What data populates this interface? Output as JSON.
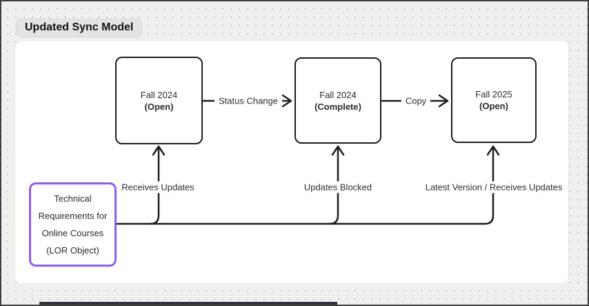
{
  "title": "Updated Sync Model",
  "nodes": [
    {
      "line1": "Fall 2024",
      "line2": "(Open)"
    },
    {
      "line1": "Fall 2024",
      "line2": "(Complete)"
    },
    {
      "line1": "Fall 2025",
      "line2": "(Open)"
    },
    {
      "text": "Technical\nRequirements for\nOnline Courses\n(LOR Object)"
    }
  ],
  "connector_labels": {
    "status_change": "Status Change",
    "copy": "Copy",
    "receives_updates": "Receives Updates",
    "updates_blocked": "Updates Blocked",
    "latest_version": "Latest Version / Receives Updates"
  },
  "colors": {
    "accent_purple": "#8B5CF6",
    "line": "#1C1C1C",
    "canvas_bg": "#F1F0EF",
    "frame_bg": "#FFFFFF",
    "title_pill_bg": "#E4E3E2"
  }
}
